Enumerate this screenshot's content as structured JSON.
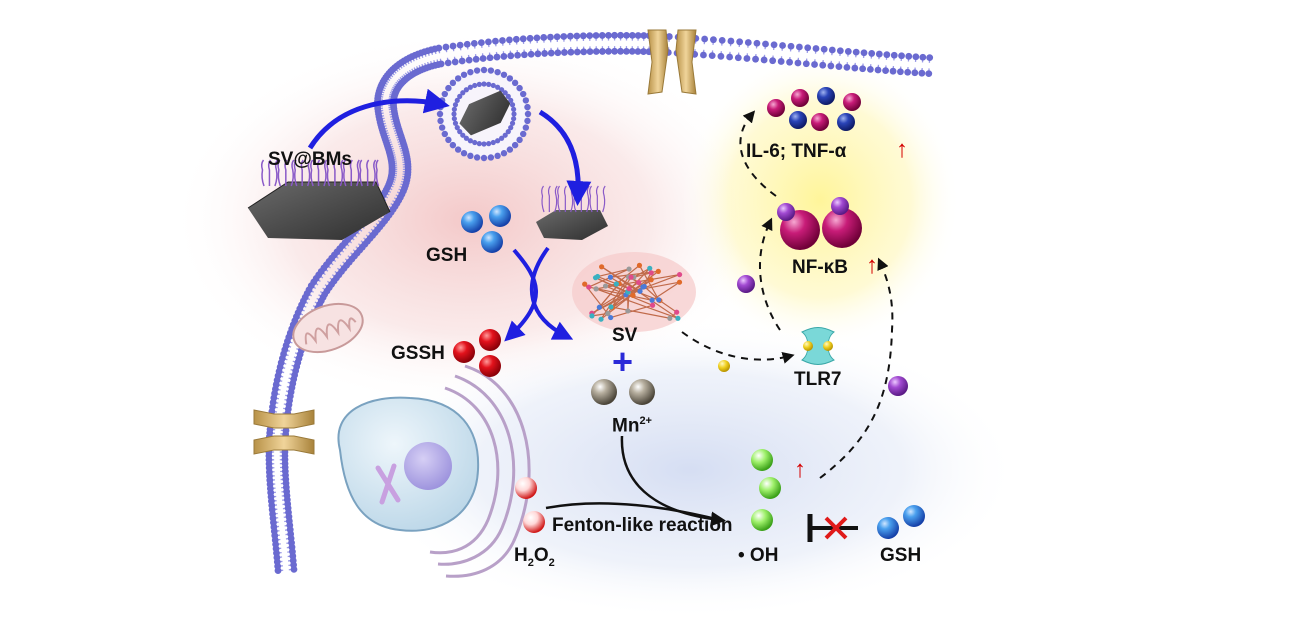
{
  "labels": {
    "sv_bms": "SV@BMs",
    "gsh_top": "GSH",
    "gssh": "GSSH",
    "sv": "SV",
    "plus": "+",
    "mn": "Mn",
    "mn_sup": "2+",
    "h2o2_h": "H",
    "h2o2_sub1": "2",
    "h2o2_o": "O",
    "h2o2_sub2": "2",
    "fenton": "Fenton-like reaction",
    "oh": "• OH",
    "gsh_bottom": "GSH",
    "tlr7": "TLR7",
    "nfkb": "NF-κB",
    "cytokines": "IL-6; TNF-α",
    "up_arrow": "↑"
  },
  "colors": {
    "membrane_head": "#6a6ad0",
    "membrane_tail": "#9a9ae6",
    "arrow_blue": "#1f1fe0",
    "gsh_blue": "#2a6fd6",
    "gssh_red": "#d8141c",
    "oh_green": "#7ee64a",
    "nfkb_magenta": "#c0196c",
    "purple_ball": "#a24ad2",
    "up_red": "#d40000",
    "glow_red": "#f3c6c6",
    "glow_yellow": "#fff59a",
    "glow_blue": "#d3dcf2"
  },
  "icons": [
    "membrane-icon",
    "nanosheet-icon",
    "vesicle-icon",
    "channel-icon",
    "mitochondrion-icon",
    "nucleus-icon",
    "molecule-icon",
    "tlr7-receptor-icon",
    "inhibit-icon"
  ]
}
